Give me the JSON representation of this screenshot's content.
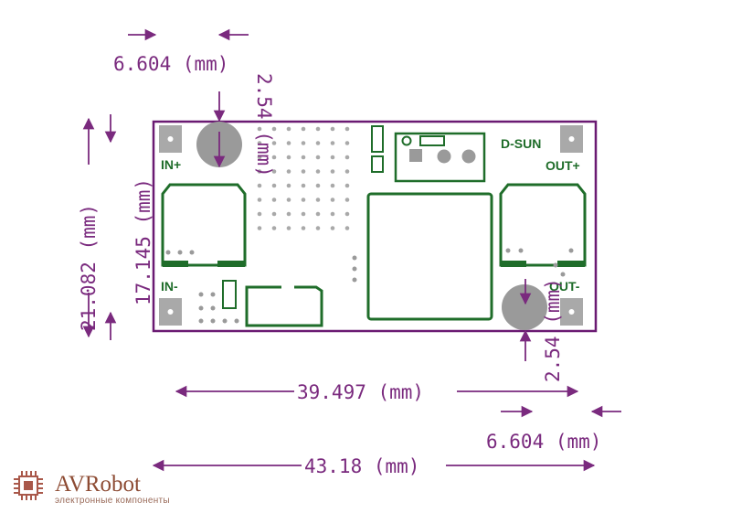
{
  "colors": {
    "board_outline": "#6a1a72",
    "dimension": "#7a2a7e",
    "trace": "#1f6d2a",
    "pad": "#a9a9a9",
    "hole": "#9a9a9a",
    "watermark": "#8d4b33"
  },
  "board": {
    "brand": "D-SUN",
    "in_plus": "IN+",
    "in_minus": "IN-",
    "out_plus": "OUT+",
    "out_minus": "OUT-"
  },
  "dimensions": {
    "top_width": "6.604 (mm)",
    "bottom_width_right": "6.604 (mm)",
    "inner_length": "39.497 (mm)",
    "total_length": "43.18 (mm)",
    "total_height": "21.082 (mm)",
    "hole_span": "17.145 (mm)",
    "hole_diameter_top": "2.54 (mm)",
    "hole_diameter_bottom": "2.54 (mm)"
  },
  "watermark": {
    "title": "AVRobot",
    "subtitle": "электронные компоненты",
    "logo_icon": "chip-icon"
  }
}
